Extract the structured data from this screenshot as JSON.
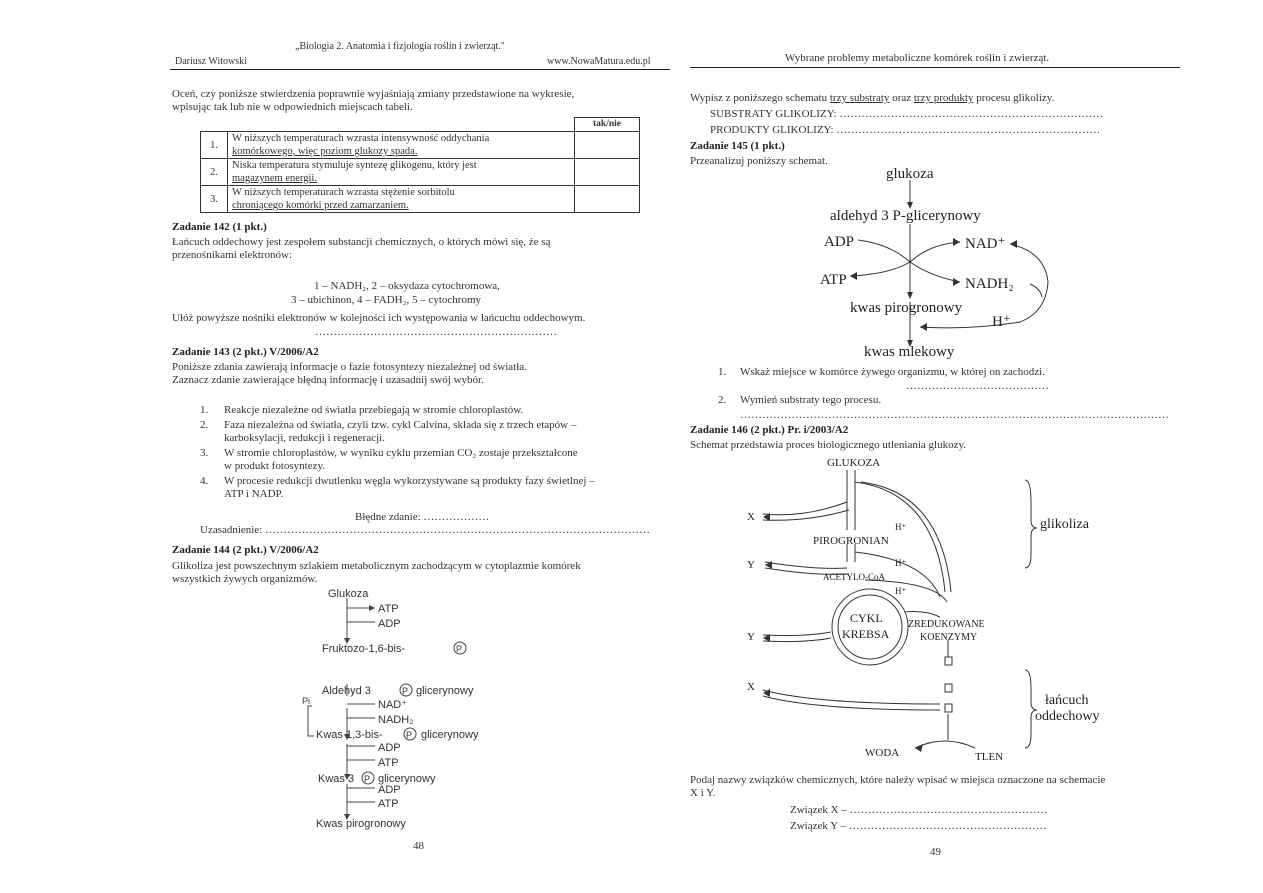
{
  "left_page": {
    "header_book": "„Biologia 2. Anatomia i fizjologia roślin i zwierząt.\"",
    "header_author": "Dariusz Witowski",
    "header_site": "www.NowaMatura.edu.pl",
    "intro_line1": "Oceń, czy poniższe stwierdzenia poprawnie wyjaśniają zmiany przedstawione na wykresie,",
    "intro_line2": "wpisując tak lub nie w odpowiednich miejscach tabeli.",
    "table_header": "tak/nie",
    "table_rows": [
      {
        "num": "1.",
        "line1": "W niższych temperaturach wzrasta intensywność oddychania",
        "line2": "komórkowego, więc poziom glukozy spada."
      },
      {
        "num": "2.",
        "line1": "Niska temperatura stymuluje syntezę glikogenu, który jest",
        "line2": "magazynem energii."
      },
      {
        "num": "3.",
        "line1": "W niższych temperaturach wzrasta stężenie sorbitolu",
        "line2": "chroniącego komórki przed zamarzaniem."
      }
    ],
    "z142_title": "Zadanie 142 (1 pkt.)",
    "z142_line1": "Łańcuch oddechowy jest zespołem substancji chemicznych, o których mówi się, że są",
    "z142_line2": "przenośnikami elektronów:",
    "z142_list1": "1 – NADH₂,     2 – oksydaza cytochromowa,",
    "z142_list2": "3 – ubichinon,     4 – FADH₂,     5 – cytochromy",
    "z142_line3": "Ułóż powyższe nośniki elektronów w kolejności ich występowania w łańcuchu oddechowym.",
    "z142_dots": "…………………………………………………………",
    "z143_title": "Zadanie 143 (2 pkt.) V/2006/A2",
    "z143_line1": "Poniższe zdania zawierają informacje o fazie fotosyntezy niezależnej od światła.",
    "z143_line2": "Zaznacz zdanie zawierające błędną informację i uzasadnij swój wybór.",
    "z143_items": [
      {
        "num": "1.",
        "line1": "Reakcje niezależne od światła przebiegają w stromie chloroplastów.",
        "line2": ""
      },
      {
        "num": "2.",
        "line1": "Faza niezależna od światła, czyli tzw. cykl Calvina, składa się z trzech etapów –",
        "line2": "karboksylacji, redukcji i regeneracji."
      },
      {
        "num": "3.",
        "line1": "W stromie chloroplastów, w wyniku cyklu przemian CO₂ zostaje przekształcone",
        "line2": "w produkt fotosyntezy."
      },
      {
        "num": "4.",
        "line1": "W procesie redukcji dwutlenku węgla wykorzystywane są produkty fazy świetlnej –",
        "line2": "ATP i NADP."
      }
    ],
    "z143_wrong": "Błędne zdanie: ………………",
    "z143_just": "Uzasadnienie: ……………………………………………………………………………………………",
    "z144_title": "Zadanie 144 (2 pkt.) V/2006/A2",
    "z144_line1": "Glikoliza jest powszechnym szlakiem metabolicznym zachodzącym w cytoplazmie komórek",
    "z144_line2": "wszystkich żywych organizmów.",
    "diagram": {
      "glukoza": "Glukoza",
      "atp1": "ATP",
      "adp1": "ADP",
      "fruktozo": "Fruktozo-1,6-bis-",
      "p": "P",
      "aldehyd": "Aldehyd 3",
      "glicerynowy": "glicerynowy",
      "pi": "Pi",
      "nad": "NAD⁺",
      "nadh2": "NADH₂",
      "kwas13": "Kwas 1,3-bis-",
      "adp2": "ADP",
      "atp2": "ATP",
      "kwas3": "Kwas 3",
      "adp3": "ADP",
      "atp3": "ATP",
      "kwaspir": "Kwas pirogronowy"
    },
    "page_number": "48"
  },
  "right_page": {
    "header": "Wybrane problemy metaboliczne komórek roślin i zwierząt.",
    "intro_pre": "Wypisz z poniższego schematu ",
    "intro_u1": "trzy substraty",
    "intro_mid": " oraz ",
    "intro_u2": "trzy produkty",
    "intro_post": " procesu glikolizy.",
    "substraty": "SUBSTRATY GLIKOLIZY: ………………………………………………………………",
    "produkty": "PRODUKTY GLIKOLIZY: ………………………………………………………………",
    "z145_title": "Zadanie 145 (1 pkt.)",
    "z145_line1": "Przeanalizuj poniższy schemat.",
    "diagram145": {
      "glukoza": "glukoza",
      "aldehyd": "aldehyd 3 P-glicerynowy",
      "adp": "ADP",
      "atp": "ATP",
      "nad": "NAD⁺",
      "nadh2": "NADH₂",
      "kwaspir": "kwas pirogronowy",
      "hplus": "H⁺",
      "kwasmlek": "kwas mlekowy"
    },
    "z145_q1": "Wskaż miejsce w komórce żywego organizmu, w której on zachodzi.",
    "z145_q1_dots": "…………………………………",
    "z145_q2": "Wymień substraty tego procesu.",
    "z145_q2_dots": "………………………………………………………………………………………………………",
    "z146_title": "Zadanie 146 (2 pkt.) Pr. i/2003/A2",
    "z146_line1": "Schemat przedstawia proces biologicznego utleniania glukozy.",
    "diagram146": {
      "glukoza": "GLUKOZA",
      "x": "X",
      "y": "Y",
      "pirogronian": "PIROGRONIAN",
      "acetylo": "ACETYLO-CoA",
      "cykl": "CYKL",
      "krebsa": "KREBSA",
      "zredukowane": "ZREDUKOWANE",
      "koenzymy": "KOENZYMY",
      "hplus": "H⁺",
      "glikoliza": "glikoliza",
      "lancuch1": "łańcuch",
      "lancuch2": "oddechowy",
      "woda": "WODA",
      "tlen": "TLEN"
    },
    "z146_q1": "Podaj nazwy związków chemicznych, które należy wpisać w miejsca oznaczone na schemacie",
    "z146_q2": "X i Y.",
    "zwiazek_x": "Związek X – ………………………………………………",
    "zwiazek_y": "Związek Y – ………………………………………………",
    "page_number": "49"
  }
}
